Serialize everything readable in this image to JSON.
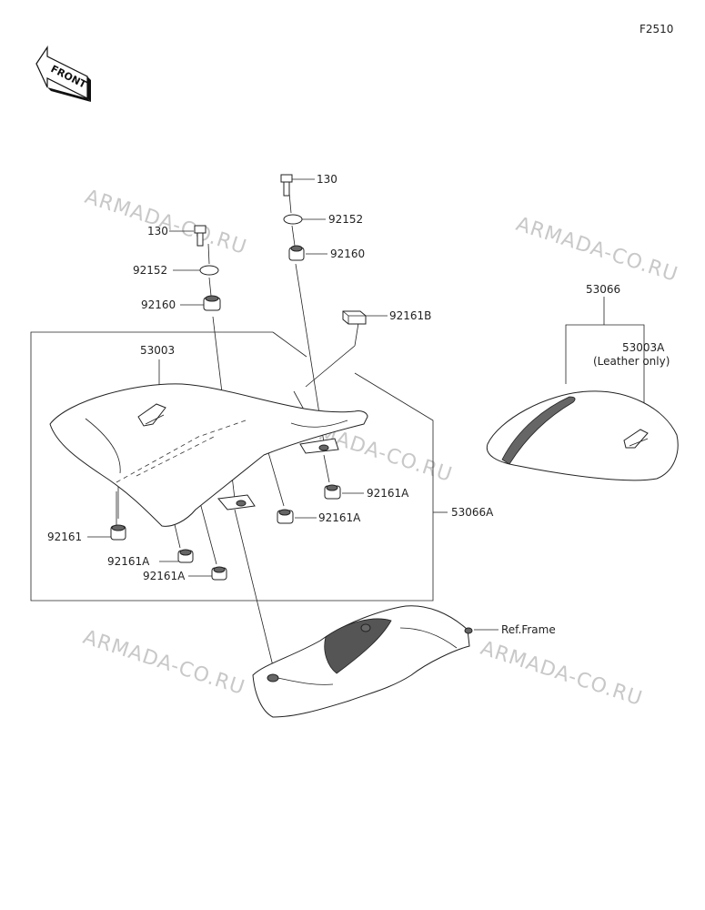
{
  "figure_code": "F2510",
  "front_label": "FRONT",
  "watermarks": [
    "ARMADA-CO.RU",
    "ARMADA-CO.RU",
    "ARMADA-CO.RU",
    "ARMADA-CO.RU",
    "ARMADA-CO.RU"
  ],
  "labels": {
    "bolt_left": "130",
    "bolt_right": "130",
    "washer_left": "92152",
    "washer_right": "92152",
    "damper_left": "92160",
    "damper_right": "92160",
    "cushion_b": "92161B",
    "seat_main": "53003",
    "seat_assy": "53066A",
    "seat_cover": "53066",
    "seat_leather": "53003A",
    "leather_note": "(Leather only)",
    "cushion": "92161",
    "cushion_a_1": "92161A",
    "cushion_a_2": "92161A",
    "cushion_a_3": "92161A",
    "cushion_a_4": "92161A",
    "ref_frame": "Ref.Frame"
  }
}
